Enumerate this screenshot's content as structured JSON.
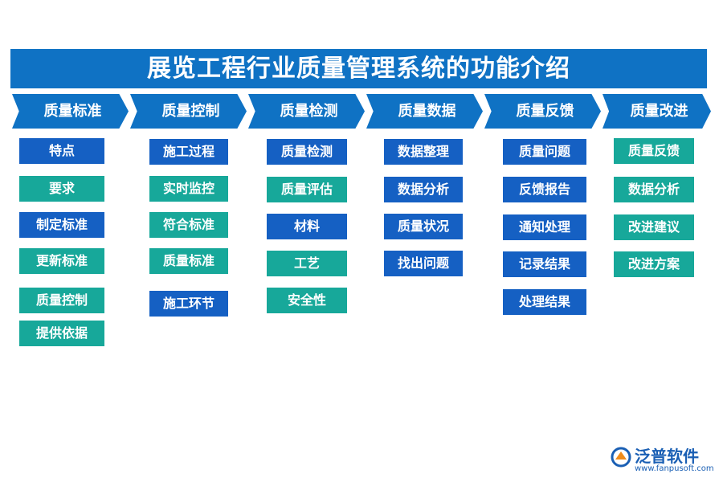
{
  "title": "展览工程行业质量管理系统的功能介绍",
  "columns": [
    {
      "header": "质量标准",
      "items": [
        "特点",
        "要求",
        "制定标准",
        "更新标准",
        "质量控制",
        "提供依据"
      ]
    },
    {
      "header": "质量控制",
      "items": [
        "施工过程",
        "实时监控",
        "符合标准",
        "质量标准",
        "施工环节"
      ]
    },
    {
      "header": "质量检测",
      "items": [
        "质量检测",
        "质量评估",
        "材料",
        "工艺",
        "安全性"
      ]
    },
    {
      "header": "质量数据",
      "items": [
        "数据整理",
        "数据分析",
        "质量状况",
        "找出问题"
      ]
    },
    {
      "header": "质量反馈",
      "items": [
        "质量问题",
        "反馈报告",
        "通知处理",
        "记录结果",
        "处理结果"
      ]
    },
    {
      "header": "质量改进",
      "items": [
        "质量反馈",
        "数据分析",
        "改进建议",
        "改进方案"
      ]
    }
  ],
  "logo": {
    "name": "泛普软件",
    "url": "www.fanpusoft.com"
  },
  "colors": {
    "primary": "#0f72c4",
    "box_blue": "#1560c3",
    "box_teal": "#17a89a"
  }
}
